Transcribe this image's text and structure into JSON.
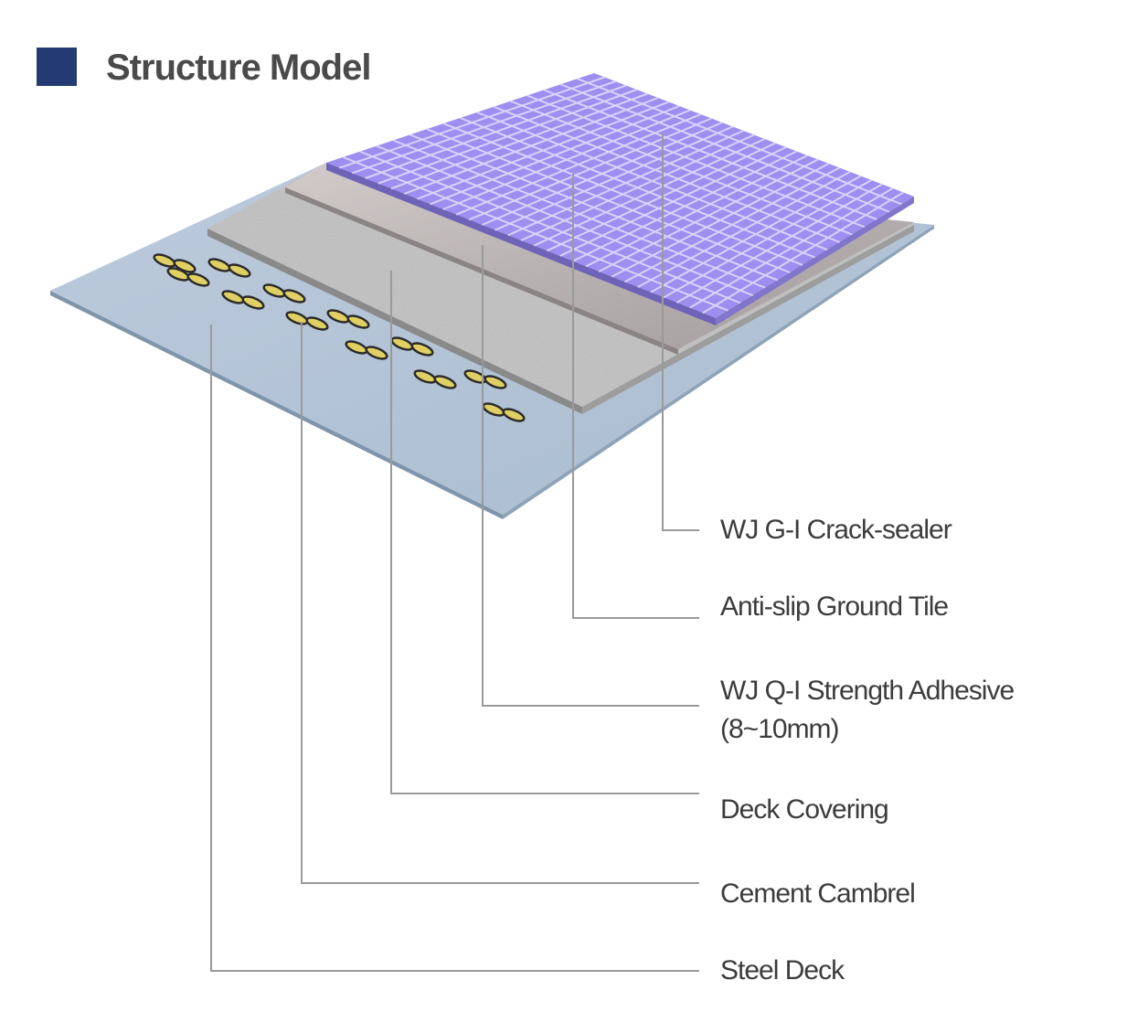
{
  "title": "Structure Model",
  "colors": {
    "title_square": "#233a72",
    "steel_deck": "#b4c4d6",
    "deck_covering": "#c8c8c8",
    "adhesive": "#b9b3b4",
    "tile": "#9d8ef0",
    "tile_grout": "#d8d2fb",
    "cambrel_marks": "#e0cf63",
    "leader_lines": "#9a9a9a"
  },
  "layers": [
    {
      "id": "crack-sealer",
      "label": "WJ G-I Crack-sealer"
    },
    {
      "id": "ground-tile",
      "label": "Anti-slip Ground Tile"
    },
    {
      "id": "strength-adhesive",
      "label": "WJ Q-I Strength Adhesive",
      "sublabel": "(8~10mm)"
    },
    {
      "id": "deck-covering",
      "label": "Deck Covering"
    },
    {
      "id": "cement-cambrel",
      "label": "Cement Cambrel"
    },
    {
      "id": "steel-deck",
      "label": "Steel Deck"
    }
  ]
}
